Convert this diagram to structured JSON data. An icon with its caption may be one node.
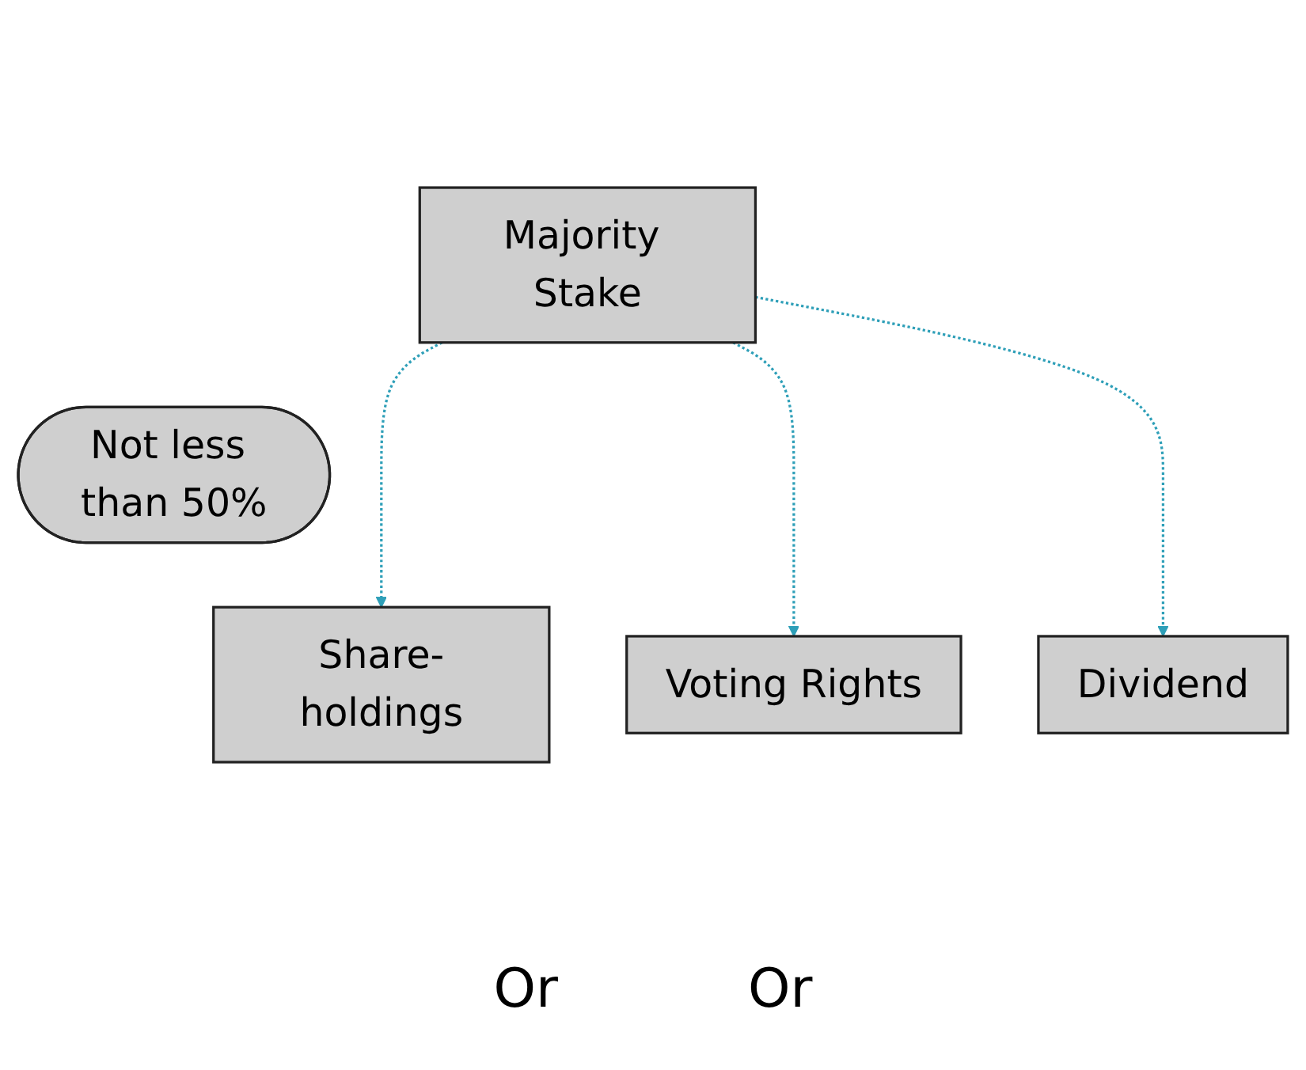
{
  "diagram": {
    "nodes": [
      {
        "text": [
          "Majority Stake"
        ]
      },
      {
        "text": [
          "Not less than 50%"
        ]
      },
      {
        "text": [
          "Share-holdings"
        ]
      },
      {
        "text": [
          "Voting Rights"
        ]
      },
      {
        "text": [
          "Dividend"
        ]
      }
    ],
    "edges": [
      {
        "from": 0,
        "to": 2,
        "arrow": "to",
        "style": "dashed"
      },
      {
        "from": 0,
        "to": 3,
        "arrow": "to",
        "style": "dashed"
      },
      {
        "from": 0,
        "to": 4,
        "arrow": "to",
        "style": "dashed"
      }
    ],
    "labels": [
      "Or",
      "Or"
    ]
  }
}
